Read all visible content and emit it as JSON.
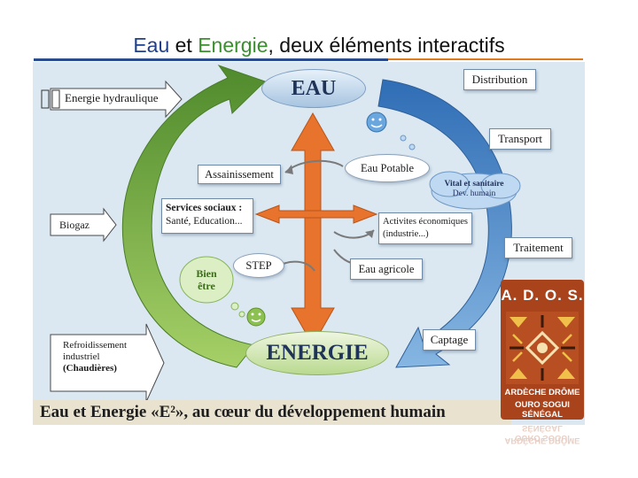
{
  "title": {
    "eau": "Eau",
    "et": " et ",
    "energie": "Energie",
    "rest": ", deux éléments interactifs"
  },
  "diagram": {
    "top_label": "EAU",
    "bottom_label": "ENERGIE",
    "left_boxes": [
      {
        "text": "Energie hydraulique"
      },
      {
        "text": "Biogaz"
      },
      {
        "text": "Refroidissement industriel (Chaudières)",
        "lines": [
          "Refroidissement",
          "industriel",
          "(Chaudières)"
        ]
      }
    ],
    "right_boxes": [
      {
        "text": "Distribution"
      },
      {
        "text": "Transport"
      },
      {
        "text": "Traitement"
      },
      {
        "text": "Captage"
      }
    ],
    "inner_boxes": {
      "assainissement": "Assainissement",
      "services_sociaux": [
        "Services sociaux :",
        "Santé, Education..."
      ],
      "activites": [
        "Activites économiques",
        "(industrie...)"
      ],
      "eau_agricole": "Eau agricole"
    },
    "nodes": {
      "eau_potable": "Eau Potable",
      "step": "STEP"
    },
    "clouds": {
      "vital": [
        "Vital et sanitaire",
        "Dev. humain"
      ],
      "bien_etre": [
        "Bien",
        "être"
      ]
    },
    "footer": "Eau et Energie «E²», au cœur du développement humain"
  },
  "logo": {
    "title": "A. D. O. S.",
    "line1": "ARDÈCHE DRÔME",
    "line2": "OURO SOGUI SÉNÉGAL"
  },
  "colors": {
    "title_blue": "#1f3f8c",
    "title_green": "#3a8f2e",
    "arrow_orange": "#e8732c",
    "cycle_green": "#6fa63a",
    "cycle_blue": "#3f7fc4",
    "background": "#dbe8f2",
    "logo_bg": "#a8431c"
  }
}
